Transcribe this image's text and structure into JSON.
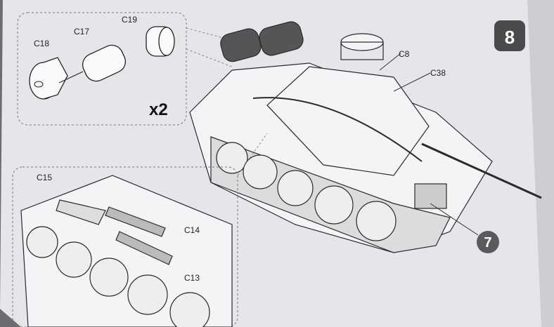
{
  "step_number": "8",
  "sub_step_badge": "7",
  "quantity_label": "x2",
  "part_labels": {
    "c18": "C18",
    "c17": "C17",
    "c19": "C19",
    "c8": "C8",
    "c38": "C38",
    "c15": "C15",
    "c14": "C14",
    "c13": "C13"
  },
  "colors": {
    "paper": "#e9e7ea",
    "ink": "#2a2a2c",
    "badge": "#5a5a5c",
    "background": "#6f6c70"
  }
}
